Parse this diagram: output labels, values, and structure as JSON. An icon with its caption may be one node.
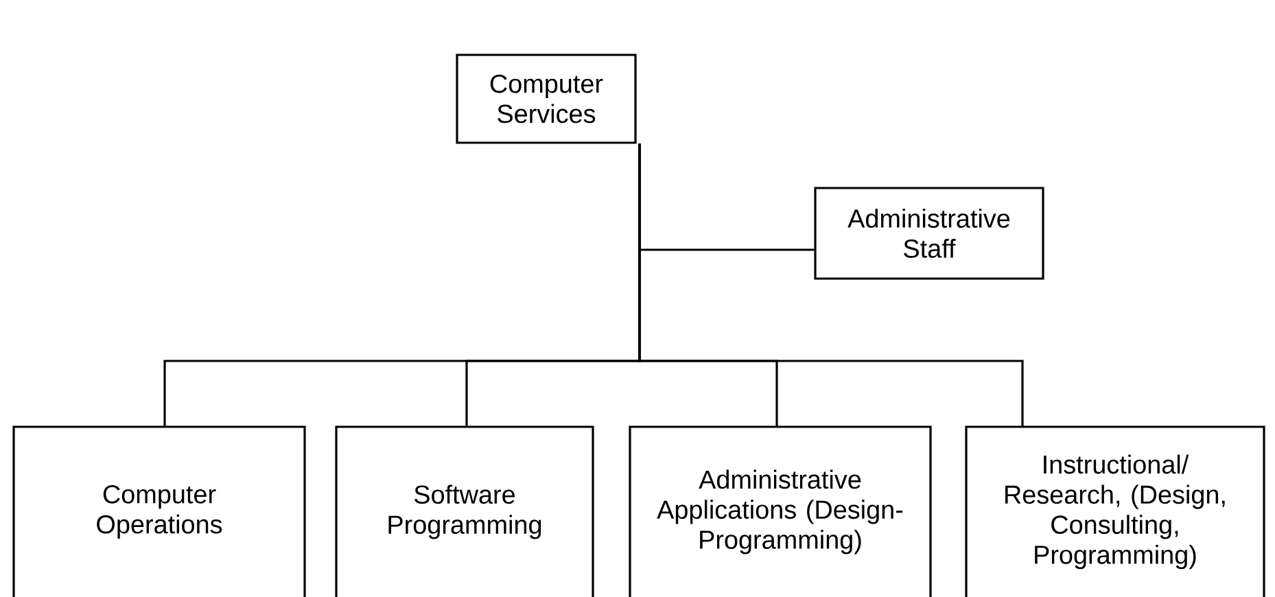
{
  "diagram": {
    "nodes": [
      {
        "text": [
          "Computer Services"
        ]
      },
      {
        "text": [
          "Administrative Staff"
        ]
      },
      {
        "text": [
          "Computer Operations"
        ]
      },
      {
        "text": [
          "Software Programming"
        ]
      },
      {
        "text": [
          "Administrative Applications (Design- Programming)"
        ]
      },
      {
        "text": [
          "Instructional/ Research, (Design, Consulting, Programming)"
        ]
      }
    ],
    "edges": [
      {
        "from": 0,
        "to": 1,
        "arrow": "none"
      },
      {
        "from": 0,
        "to": 2,
        "arrow": "none"
      },
      {
        "from": 0,
        "to": 3,
        "arrow": "none"
      },
      {
        "from": 0,
        "to": 4,
        "arrow": "none"
      },
      {
        "from": 0,
        "to": 5,
        "arrow": "none"
      }
    ]
  }
}
